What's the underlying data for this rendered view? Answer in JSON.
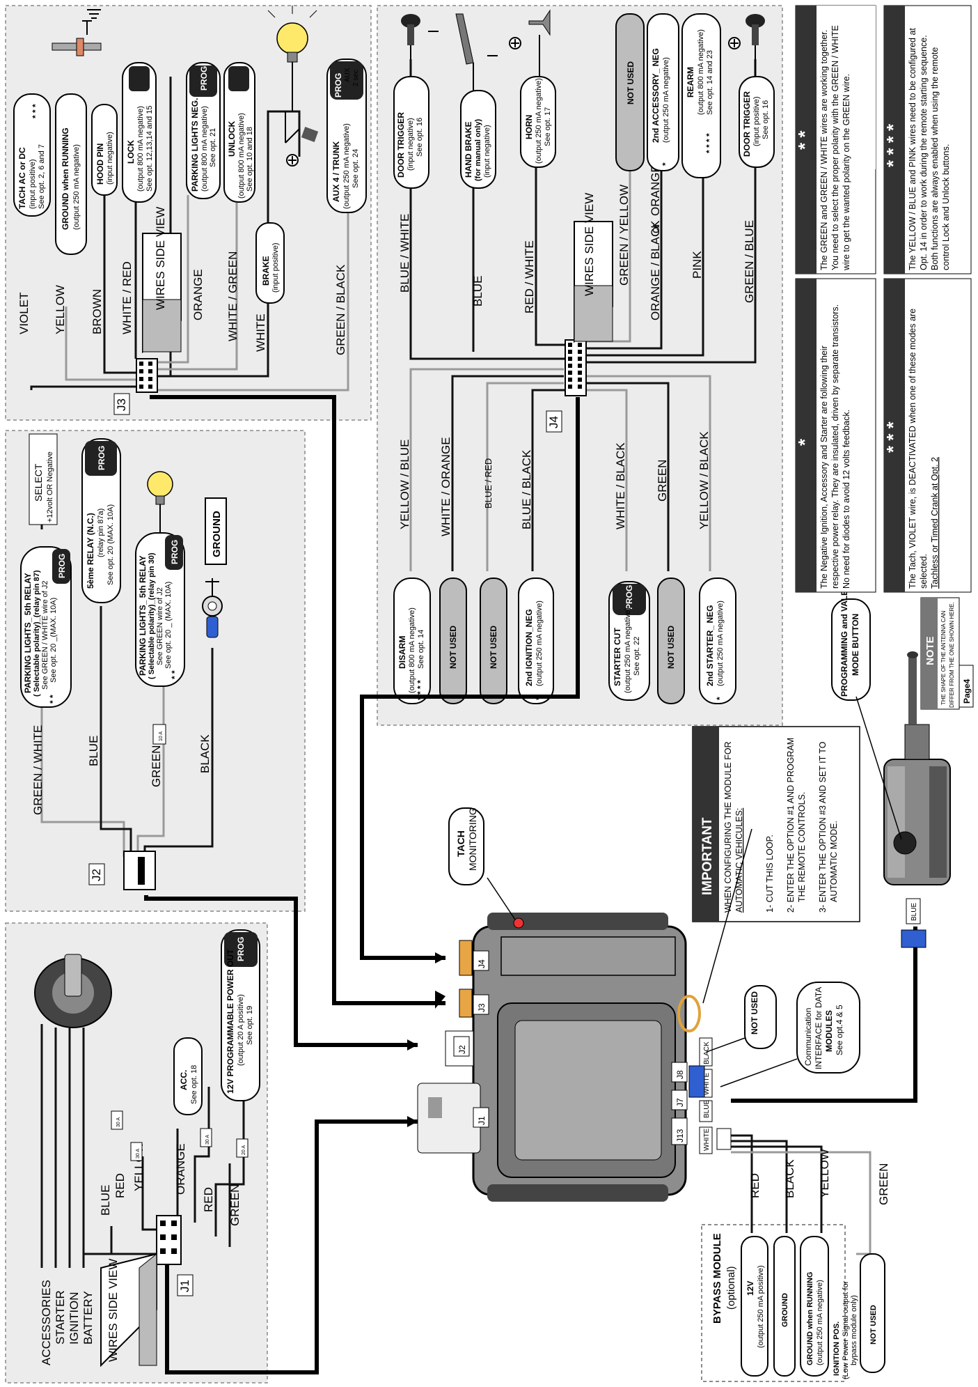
{
  "panels": {
    "j3": {
      "connector": "J3",
      "wires": [
        "VIOLET",
        "YELLOW",
        "BROWN",
        "WHITE / RED",
        "ORANGE",
        "WHITE / GREEN",
        "WHITE",
        "GREEN / BLACK"
      ],
      "side_view": "WIRES SIDE VIEW",
      "functions": [
        {
          "title": "TACH  AC or DC",
          "sub1": "(input positive)",
          "sub2": "See opt. 2, 6 and 7",
          "stars": "* * *"
        },
        {
          "title": "GROUND when RUNNING",
          "sub1": "(output 250 mA negative)"
        },
        {
          "title": "HOOD PIN",
          "sub1": "(input negative)"
        },
        {
          "title": "LOCK",
          "sub1": "(output 800 mA negative)",
          "sub2": "See opt. 12,13,14 and 15"
        },
        {
          "title": "PARKING LIGHTS NEG.",
          "sub1": "(output 800 mA negative)",
          "sub2": "See opt. 21",
          "badge": "PROG"
        },
        {
          "title": "UNLOCK",
          "sub1": "(output 800 mA negative)",
          "sub2": "See opt. 10 and 18"
        },
        {
          "title": "BRAKE",
          "sub1": "(input positive)"
        },
        {
          "title": "AUX 4 / TRUNK",
          "sub1": "(output 250 mA negative)",
          "sub2": "See opt. 24",
          "badge": "PROG",
          "badge2": "AUX",
          "badge3": "2 sec"
        }
      ]
    },
    "j4": {
      "connector": "J4",
      "top_wires": [
        "BLUE / WHITE",
        "BLUE",
        "RED / WHITE",
        "GREEN / YELLOW",
        "ORANGE / BLACK",
        "or",
        "ORANGE",
        "PINK",
        "GREEN / BLUE"
      ],
      "side_view": "WIRES SIDE VIEW",
      "top_functions": [
        {
          "title": "DOOR TRIGGER",
          "sub1": "(input negative)",
          "sub2": "See opt. 16"
        },
        {
          "title": "HAND BRAKE",
          "sub1": "(for manual only)",
          "sub2": "(input negative)"
        },
        {
          "title": "HORN",
          "sub1": "(output 250 mA negative)",
          "sub2": "See opt. 17"
        },
        {
          "title": "NOT USED"
        },
        {
          "title": "2nd ACCESSORY_ NEG",
          "sub1": "(output 250 mA negative)",
          "stars": "*"
        },
        {
          "title": "REARM",
          "sub1": "(output 800 mA negative)",
          "sub2": "See opt. 14 and 23",
          "stars": "* * * *"
        },
        {
          "title": "DOOR TRIGGER",
          "sub1": "(input positive)",
          "sub2": "See opt. 16"
        }
      ],
      "bottom_wires": [
        "YELLOW / BLUE",
        "WHITE / ORANGE",
        "BLUE / RED",
        "BLUE / BLACK",
        "WHITE / BLACK",
        "GREEN",
        "YELLOW / BLACK"
      ],
      "bottom_functions": [
        {
          "title": "DISARM",
          "sub1": "(output 800 mA negative)",
          "sub2": "See opt. 14",
          "stars": "* * * *"
        },
        {
          "title": "NOT USED"
        },
        {
          "title": "NOT USED"
        },
        {
          "title": "2nd IGNITION_NEG",
          "sub1": "(output 250 mA negative)",
          "stars": "*"
        },
        {
          "title": "STARTER CUT",
          "sub1": "(output 250 mA negative)",
          "sub2": "See opt. 22",
          "badge": "PROG"
        },
        {
          "title": "NOT USED"
        },
        {
          "title": "2nd STARTER_ NEG",
          "sub1": "(output 250 mA negative)",
          "stars": "*"
        }
      ]
    },
    "j2": {
      "connector": "J2",
      "wires": [
        "GREEN / WHITE",
        "BLUE",
        "GREEN",
        "BLACK"
      ],
      "select_title": "SELECT",
      "select_sub": "+12volt OR Negative",
      "functions": [
        {
          "title": "PARKING LIGHTS_ 5th RELAY",
          "sub1": "( Selectable polarity)_(relay pin 87)",
          "sub2": "See GREEN / WHITE wire of J2",
          "sub3": "See opt. 20 _(MAX. 10A)",
          "stars": "* *",
          "badge": "PROG"
        },
        {
          "title": "5ème RELAY (N.C.)",
          "sub1": "(relay pin 87a)",
          "sub2": "See opt. 20 (MAX. 10A)",
          "badge": "PROG"
        },
        {
          "title": "PARKING LIGHTS_ 5th RELAY",
          "sub1": "( Selectable polarity)_(relay pin 30)",
          "sub2": "See GREEN wire of J2",
          "sub3": "See opt. 20 _ (MAX. 10A)",
          "stars": "* *",
          "badge": "PROG"
        }
      ],
      "ground_label": "GROUND",
      "fuse": "10 A"
    },
    "j1": {
      "connector": "J1",
      "wires": [
        "BLUE",
        "RED",
        "YELLOW",
        "ORANGE",
        "RED",
        "GREEN"
      ],
      "ign_labels": [
        "ACCESSORIES",
        "STARTER",
        "IGNITION",
        "BATTERY"
      ],
      "side_view": "WIRES SIDE VIEW",
      "fuses": [
        "30 A",
        "30 A",
        "30 A",
        "20 A"
      ],
      "acc": {
        "title": "ACC.",
        "sub1": "See opt. 18"
      },
      "power_out": {
        "title": "12V PROGRAMMABLE POWER OUT",
        "sub1": "(output 20 A positive)",
        "sub2": "See opt. 19",
        "badge": "PROG"
      }
    }
  },
  "module": {
    "ports": [
      "J4",
      "J3",
      "J2",
      "J1",
      "J8",
      "J7",
      "J13"
    ],
    "tags": [
      "BLACK",
      "WHITE",
      "BLUE",
      "WHITE"
    ],
    "tach": {
      "title": "TACH",
      "sub": "MONITORING"
    },
    "not_used": "NOT USED",
    "comm": {
      "l1": "Communication",
      "l2": "INTERFACE for DATA",
      "l3": "MODULES",
      "l4": "See opt.4 & 5"
    }
  },
  "important": {
    "title": "IMPORTANT",
    "intro1": "WHEN CONFIGURING THE MODULE FOR",
    "intro2": "AUTOMATIC VEHICULES:",
    "step1": "1- CUT THIS LOOP.",
    "step2a": "2- ENTER THE OPTION #1 AND PROGRAM",
    "step2b": "THE REMOTE CONTROLS.",
    "step3a": "3- ENTER THE OPTION #3  AND SET IT TO",
    "step3b": "AUTOMATIC MODE."
  },
  "bypass": {
    "title": "BYPASS MODULE",
    "sub": "(optional)",
    "wires": [
      "RED",
      "BLACK",
      "YELLOW",
      "GREEN"
    ],
    "functions": [
      {
        "title": "12V",
        "sub1": "(output 250 mA positive)"
      },
      {
        "title": "GROUND"
      },
      {
        "title": "GROUND when RUNNING",
        "sub1": "(output 250 mA negative)"
      },
      {
        "title": "IGNITION POS.",
        "sub1": "(Low Power Signal output for",
        "sub2": "bypass module only)"
      },
      {
        "title": "NOT USED"
      }
    ]
  },
  "button": {
    "title1": "PROGRAMMING and VALET",
    "title2": "MODE BUTTON",
    "wire": "BLUE"
  },
  "note": {
    "title": "NOTE",
    "l1": "THE SHAPE OF THE ANTENNA CAN",
    "l2": "DIFFER FROM THE ONE SHOWN HERE."
  },
  "page": "Page4",
  "notes_boxes": [
    {
      "mark": "* *",
      "l1": "The GREEN and GREEN / WHITE wires are working together.",
      "l2": "You need to select the proper polarity with the GREEN / WHITE",
      "l3": "wire to get the wanted polarity on the GREEN wire."
    },
    {
      "mark": "* * * *",
      "l1": "The YELLOW / BLUE and PINK wires need to be configured at",
      "l2": "Opt. 14 in order to work during the remote starting sequence.",
      "l3": "Both functions are always enabled when using the remote",
      "l4": "control Lock and Unlock buttons."
    },
    {
      "mark": "*",
      "l1": "The Negative Ignition, Accessory and Starter are following their",
      "l2": "respective power relay. They are insulated, driven by separate transistors.",
      "l3": "No need for diodes to avoid 12 volts feedback."
    },
    {
      "mark": "* * *",
      "l1": "The Tach, VIOLET wire, is DEACTIVATED when one of these modes are",
      "l2": "selected.",
      "l3": "Tachless or Timed Crank at Opt. 2"
    }
  ]
}
